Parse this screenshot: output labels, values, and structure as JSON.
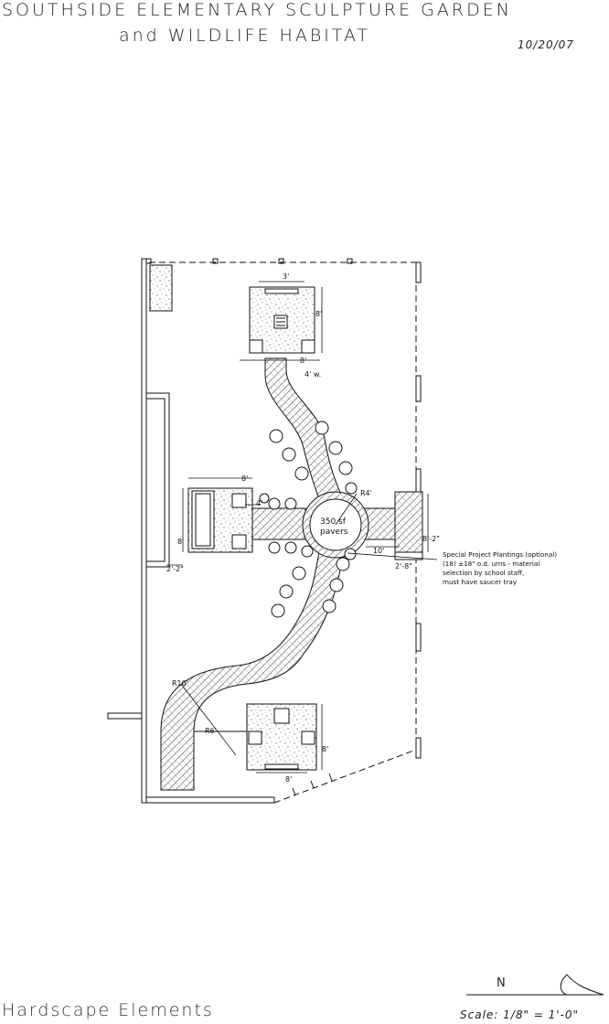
{
  "header": {
    "title_line1": "SOUTHSIDE ELEMENTARY SCULPTURE GARDEN",
    "title_line2": "and WILDLIFE HABITAT",
    "date": "10/20/07"
  },
  "plan": {
    "dims": {
      "top_width": "3'",
      "top_height": "8'",
      "top_bottom": "8'",
      "walk_width": "4' w.",
      "left_width": "8'",
      "left_height": "8'",
      "left_walk": "4'",
      "left_offset": "2'-2\"",
      "right_height": "8'-2\"",
      "right_bottom": "2'-8\"",
      "center_gap": "10'",
      "circle_radius": "R4'",
      "curve_outer": "R10'",
      "curve_inner": "R6'",
      "bottom_height": "8'",
      "bottom_width": "8'"
    },
    "center_label_1": "350 sf",
    "center_label_2": "pavers",
    "note_lines": [
      "Special Project Plantings (optional)",
      "(18) ±18\" o.d. urns - material",
      "selection by school staff,",
      "must have saucer tray"
    ]
  },
  "footer": {
    "title": "Hardscape Elements",
    "north": "N",
    "scale": "Scale: 1/8\" = 1'-0\""
  },
  "colors": {
    "ink": "#111111",
    "fill": "#ffffff"
  }
}
